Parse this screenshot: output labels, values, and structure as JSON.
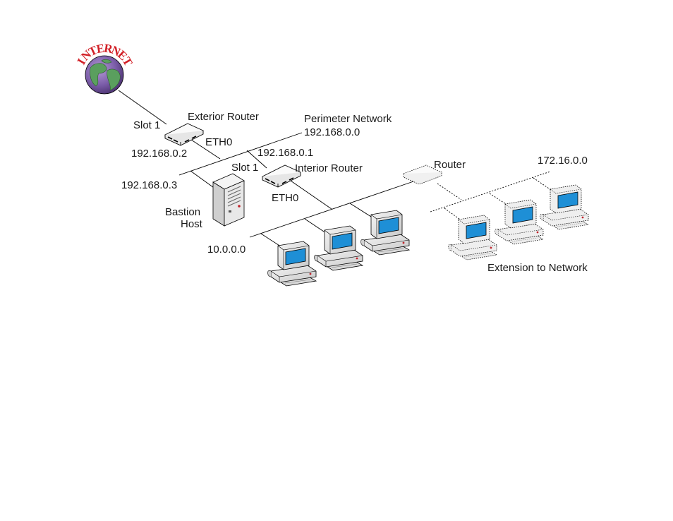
{
  "internet": {
    "label_letters": [
      "I",
      "N",
      "T",
      "E",
      "R",
      "N",
      "E",
      "T"
    ],
    "colors": {
      "globe": "#7a5ca8",
      "land": "#5a9f5e",
      "text": "#d21f26"
    }
  },
  "exterior_router": {
    "title": "Exterior Router",
    "slot_label": "Slot 1",
    "eth_label": "ETH0",
    "ip": "192.168.0.2"
  },
  "perimeter_network": {
    "title": "Perimeter Network",
    "subnet": "192.168.0.0"
  },
  "interior_router": {
    "ip": "192.168.0.1",
    "slot_label": "Slot 1",
    "title": "Interior Router",
    "eth_label": "ETH0"
  },
  "bastion_host": {
    "ip": "192.168.0.3",
    "title_line1": "Bastion",
    "title_line2": "Host"
  },
  "internal_network": {
    "subnet": "10.0.0.0"
  },
  "extension": {
    "router_label": "Router",
    "subnet": "172.16.0.0",
    "title": "Extension to Network"
  },
  "colors": {
    "screen": "#1e8fd6",
    "case": "#e6e6e6",
    "line": "#000000"
  }
}
